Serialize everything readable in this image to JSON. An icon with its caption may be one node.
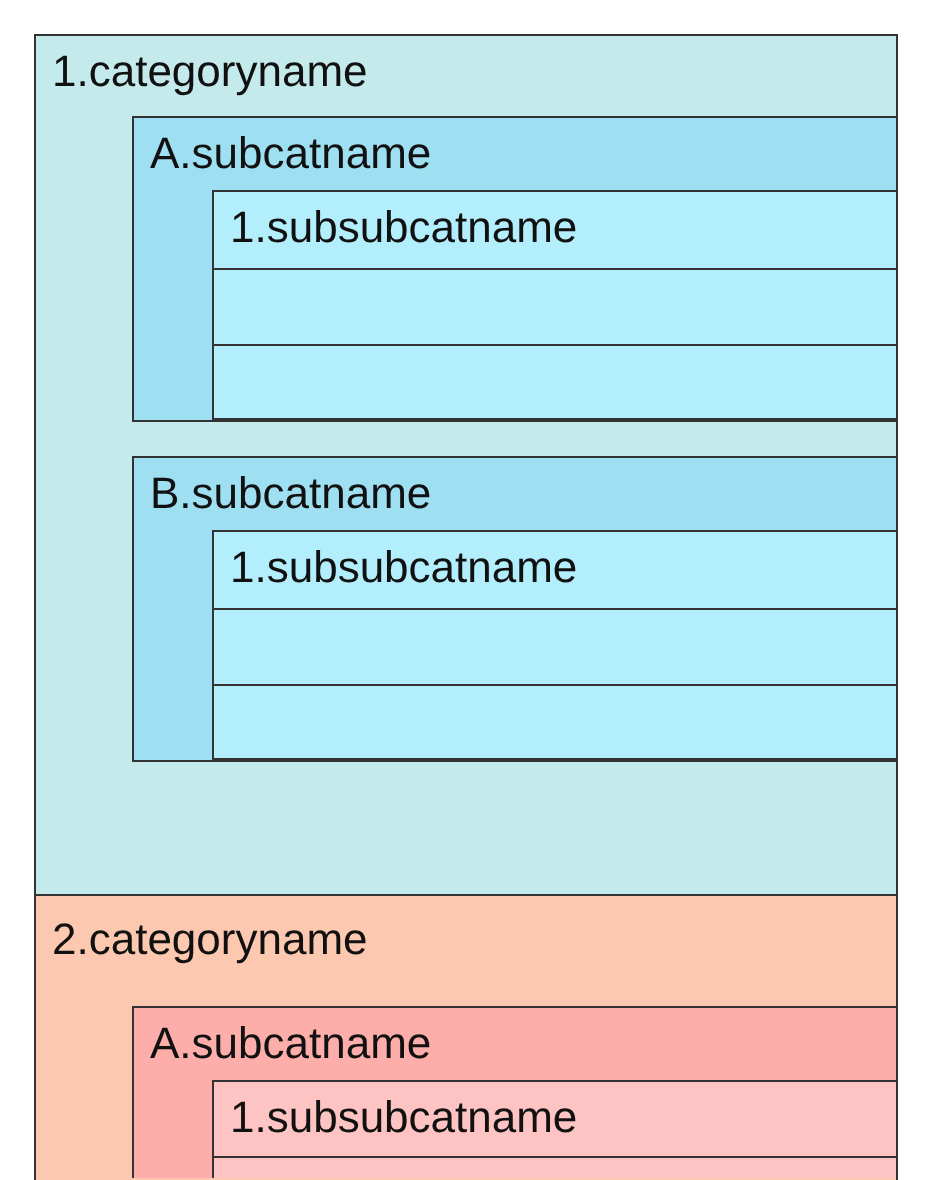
{
  "diagram": {
    "nodes": [
      {
        "text": [
          "1.categoryname"
        ]
      },
      {
        "text": [
          "A.subcatname"
        ],
        "in": 0
      },
      {
        "text": [
          "1.subsubcatname"
        ],
        "in": 1
      },
      {
        "text": [],
        "shape": "box",
        "in": 1
      },
      {
        "text": [],
        "shape": "box",
        "in": 1
      },
      {
        "text": [
          "B.subcatname"
        ],
        "in": 0
      },
      {
        "text": [
          "1.subsubcatname"
        ],
        "in": 5
      },
      {
        "text": [],
        "shape": "box",
        "in": 5
      },
      {
        "text": [],
        "shape": "box",
        "in": 5
      },
      {
        "text": [
          "2.categoryname"
        ]
      },
      {
        "text": [
          "A.subcatname"
        ],
        "in": 9
      },
      {
        "text": [
          "1.subsubcatname"
        ],
        "in": 10
      },
      {
        "text": [],
        "shape": "box",
        "in": 10
      }
    ],
    "edges": []
  }
}
